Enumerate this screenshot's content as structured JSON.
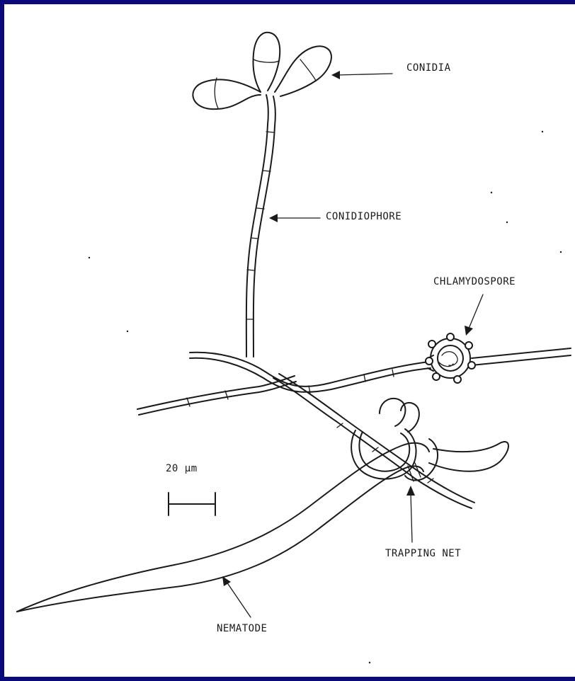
{
  "labels": {
    "conidia": "CONIDIA",
    "conidiophore": "CONIDIOPHORE",
    "chlamydospore": "CHLAMYDOSPORE",
    "scale": "20 µm",
    "trapping_net": "TRAPPING NET",
    "nematode": "NEMATODE"
  },
  "colors": {
    "frame": "#0a0a7a",
    "background": "#ffffff",
    "ink": "#1a1a1a"
  }
}
